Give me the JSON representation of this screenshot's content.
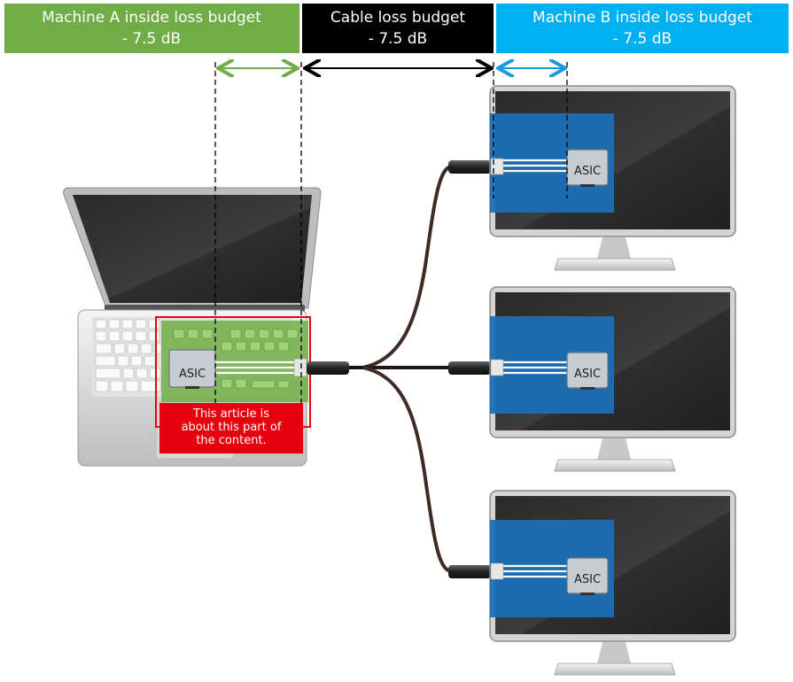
{
  "headers": {
    "machine_a": {
      "title": "Machine A inside loss budget",
      "value": "- 7.5 dB",
      "color": "#70ad47"
    },
    "cable": {
      "title": "Cable loss budget",
      "value": "- 7.5 dB",
      "color": "#000000"
    },
    "machine_b": {
      "title": "Machine B inside loss budget",
      "value": "- 7.5 dB",
      "color": "#00b0f0"
    }
  },
  "laptop": {
    "chip_label": "ASIC",
    "highlight_color": "#70ad47"
  },
  "note": {
    "lines": [
      "This article is",
      "about this part of",
      "the content."
    ],
    "color": "#e8000e"
  },
  "monitors": [
    {
      "chip_label": "ASIC"
    },
    {
      "chip_label": "ASIC"
    },
    {
      "chip_label": "ASIC"
    }
  ],
  "colors": {
    "monitor_highlight": "#1a6fb5",
    "arrow_a": "#70ad47",
    "arrow_cable": "#000000",
    "arrow_b": "#1a9ad6"
  }
}
